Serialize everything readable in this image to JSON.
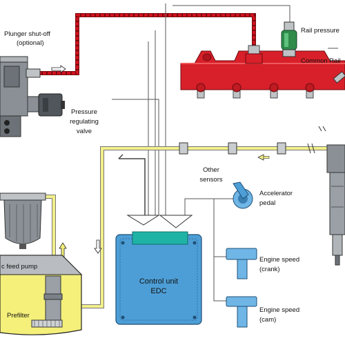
{
  "labels": {
    "plunger_line1": "Plunger shut-off",
    "plunger_line2": "(optional)",
    "rail_pressure": "Rail pressure",
    "common_rail": "Common Rail",
    "pressure_reg_line1": "Pressure",
    "pressure_reg_line2": "regulating",
    "pressure_reg_line3": "valve",
    "other_sensors_line1": "Other",
    "other_sensors_line2": "sensors",
    "accel_line1": "Accelerator",
    "accel_line2": "pedal",
    "crank_line1": "Engine speed",
    "crank_line2": "(crank)",
    "cam_line1": "Engine speed",
    "cam_line2": "(cam)",
    "feed_pump": "c feed pump",
    "prefilter": "Prefilter",
    "ecu_line1": "Control unit",
    "ecu_line2": "EDC"
  },
  "colors": {
    "high_pressure_line": "#c8101c",
    "low_pressure_line": "#f2f08a",
    "rail_body": "#d8202a",
    "ecu_body": "#4d9ed6",
    "ecu_connector": "#1fb3a6",
    "sensor_blue": "#6fb6e6",
    "tank_fuel": "#f4f07a",
    "pump_gray": "#8a9096",
    "valve_green": "#2e8b4a"
  }
}
